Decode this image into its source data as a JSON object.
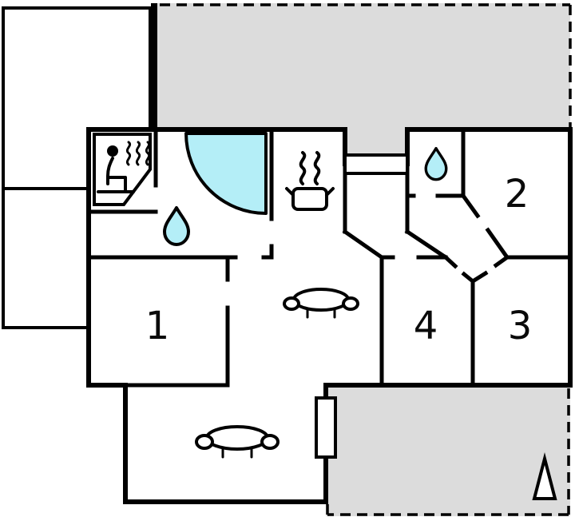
{
  "colors": {
    "wall": "#000000",
    "terrace": "#dcdcdc",
    "water": "#b4eef7",
    "background": "#ffffff",
    "label": "#0a0a0a"
  },
  "rooms": [
    {
      "label": "1"
    },
    {
      "label": "2"
    },
    {
      "label": "3"
    },
    {
      "label": "4"
    }
  ],
  "icons": {
    "sauna": "sauna-icon",
    "steam": "steam-icon",
    "shower": "shower-icon",
    "water_drop": "water-drop-icon",
    "stove": "stove-icon",
    "sofa": "sofa-icon",
    "window": "window-icon",
    "north_arrow": "north-arrow-icon"
  }
}
